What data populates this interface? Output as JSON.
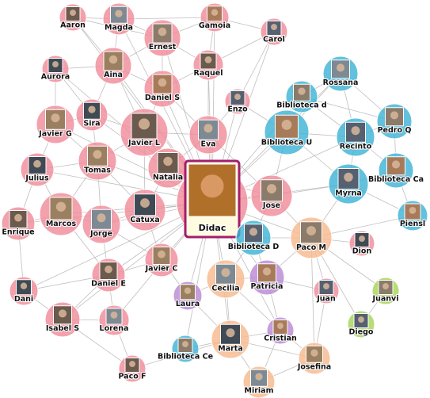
{
  "colors": {
    "pink": "#f08c9a",
    "blue": "#3fb3d6",
    "peach": "#f6b98e",
    "purple": "#b98ad4",
    "green": "#a8d45a",
    "highlight_border": "#a21e6c",
    "edge": "#a9a9a9"
  },
  "nodes": [
    {
      "id": "aaron",
      "label": "Aaron",
      "group": "pink"
    },
    {
      "id": "magda",
      "label": "Magda",
      "group": "pink"
    },
    {
      "id": "gamoia",
      "label": "Gamoia",
      "group": "pink"
    },
    {
      "id": "carol",
      "label": "Carol",
      "group": "pink"
    },
    {
      "id": "ernest",
      "label": "Ernest",
      "group": "pink"
    },
    {
      "id": "aurora",
      "label": "Aurora",
      "group": "pink"
    },
    {
      "id": "aina",
      "label": "Aina",
      "group": "pink"
    },
    {
      "id": "raquel",
      "label": "Raquel",
      "group": "pink"
    },
    {
      "id": "rossana",
      "label": "Rossana",
      "group": "blue"
    },
    {
      "id": "daniel_s",
      "label": "Daniel S",
      "group": "pink"
    },
    {
      "id": "enzo",
      "label": "Enzo",
      "group": "pink"
    },
    {
      "id": "biblioteca_d_top",
      "label": "Biblioteca d",
      "group": "blue"
    },
    {
      "id": "sira",
      "label": "Sira",
      "group": "pink"
    },
    {
      "id": "javier_g",
      "label": "Javier G",
      "group": "pink"
    },
    {
      "id": "javier_l",
      "label": "Javier L",
      "group": "pink"
    },
    {
      "id": "eva",
      "label": "Eva",
      "group": "pink"
    },
    {
      "id": "biblioteca_u",
      "label": "Biblioteca U",
      "group": "blue"
    },
    {
      "id": "recinto",
      "label": "Recinto",
      "group": "blue"
    },
    {
      "id": "pedro_q",
      "label": "Pedro Q",
      "group": "blue"
    },
    {
      "id": "julius",
      "label": "Julius",
      "group": "pink"
    },
    {
      "id": "tomas",
      "label": "Tomas",
      "group": "pink"
    },
    {
      "id": "natalia",
      "label": "Natalia",
      "group": "pink"
    },
    {
      "id": "didac",
      "label": "Didac",
      "group": "pink",
      "highlight": true
    },
    {
      "id": "biblioteca_ca",
      "label": "Biblioteca Ca",
      "group": "blue"
    },
    {
      "id": "myrna",
      "label": "Myrna",
      "group": "blue"
    },
    {
      "id": "jose",
      "label": "Jose",
      "group": "pink"
    },
    {
      "id": "catuxa",
      "label": "Catuxa",
      "group": "pink"
    },
    {
      "id": "marcos",
      "label": "Marcos",
      "group": "pink"
    },
    {
      "id": "enrique",
      "label": "Enrique",
      "group": "pink"
    },
    {
      "id": "jorge",
      "label": "Jorge",
      "group": "pink"
    },
    {
      "id": "piensl",
      "label": "Piensl",
      "group": "blue"
    },
    {
      "id": "biblioteca_d",
      "label": "Biblioteca D",
      "group": "blue"
    },
    {
      "id": "paco_m",
      "label": "Paco M",
      "group": "peach"
    },
    {
      "id": "dion",
      "label": "Dion",
      "group": "pink"
    },
    {
      "id": "javier_c",
      "label": "Javier C",
      "group": "pink"
    },
    {
      "id": "daniel_e",
      "label": "Daniel E",
      "group": "pink"
    },
    {
      "id": "cecilia",
      "label": "Cecilia",
      "group": "peach"
    },
    {
      "id": "patricia",
      "label": "Patricia",
      "group": "purple"
    },
    {
      "id": "juan",
      "label": "Juan",
      "group": "pink"
    },
    {
      "id": "juanvi",
      "label": "Juanvi",
      "group": "green"
    },
    {
      "id": "dani",
      "label": "Dani",
      "group": "pink"
    },
    {
      "id": "laura",
      "label": "Laura",
      "group": "purple"
    },
    {
      "id": "isabel_s",
      "label": "Isabel S",
      "group": "pink"
    },
    {
      "id": "lorena",
      "label": "Lorena",
      "group": "pink"
    },
    {
      "id": "cristian",
      "label": "Cristian",
      "group": "purple"
    },
    {
      "id": "diego",
      "label": "Diego",
      "group": "green"
    },
    {
      "id": "biblioteca_ce",
      "label": "Biblioteca Ce",
      "group": "blue"
    },
    {
      "id": "marta",
      "label": "Marta",
      "group": "peach"
    },
    {
      "id": "josefina",
      "label": "Josefina",
      "group": "peach"
    },
    {
      "id": "paco_f",
      "label": "Paco F",
      "group": "pink"
    },
    {
      "id": "miriam",
      "label": "Miriam",
      "group": "peach"
    }
  ],
  "edges": [
    [
      "didac",
      "aaron"
    ],
    [
      "didac",
      "magda"
    ],
    [
      "didac",
      "gamoia"
    ],
    [
      "didac",
      "carol"
    ],
    [
      "didac",
      "ernest"
    ],
    [
      "didac",
      "aina"
    ],
    [
      "didac",
      "raquel"
    ],
    [
      "didac",
      "daniel_s"
    ],
    [
      "didac",
      "enzo"
    ],
    [
      "didac",
      "biblioteca_d_top"
    ],
    [
      "didac",
      "sira"
    ],
    [
      "didac",
      "javier_g"
    ],
    [
      "didac",
      "javier_l"
    ],
    [
      "didac",
      "eva"
    ],
    [
      "didac",
      "biblioteca_u"
    ],
    [
      "didac",
      "recinto"
    ],
    [
      "didac",
      "julius"
    ],
    [
      "didac",
      "tomas"
    ],
    [
      "didac",
      "natalia"
    ],
    [
      "didac",
      "myrna"
    ],
    [
      "didac",
      "jose"
    ],
    [
      "didac",
      "catuxa"
    ],
    [
      "didac",
      "marcos"
    ],
    [
      "didac",
      "enrique"
    ],
    [
      "didac",
      "jorge"
    ],
    [
      "didac",
      "biblioteca_d"
    ],
    [
      "didac",
      "paco_m"
    ],
    [
      "didac",
      "javier_c"
    ],
    [
      "didac",
      "daniel_e"
    ],
    [
      "didac",
      "cecilia"
    ],
    [
      "didac",
      "patricia"
    ],
    [
      "didac",
      "laura"
    ],
    [
      "didac",
      "lorena"
    ],
    [
      "didac",
      "isabel_s"
    ],
    [
      "didac",
      "marta"
    ],
    [
      "didac",
      "biblioteca_ce"
    ],
    [
      "didac",
      "cristian"
    ],
    [
      "didac",
      "dani"
    ],
    [
      "didac",
      "rossana"
    ],
    [
      "didac",
      "aurora"
    ],
    [
      "aaron",
      "magda"
    ],
    [
      "aaron",
      "aina"
    ],
    [
      "aaron",
      "ernest"
    ],
    [
      "magda",
      "ernest"
    ],
    [
      "magda",
      "aina"
    ],
    [
      "magda",
      "gamoia"
    ],
    [
      "gamoia",
      "ernest"
    ],
    [
      "gamoia",
      "raquel"
    ],
    [
      "gamoia",
      "carol"
    ],
    [
      "carol",
      "raquel"
    ],
    [
      "carol",
      "enzo"
    ],
    [
      "ernest",
      "aina"
    ],
    [
      "ernest",
      "daniel_s"
    ],
    [
      "ernest",
      "raquel"
    ],
    [
      "aurora",
      "aina"
    ],
    [
      "aurora",
      "sira"
    ],
    [
      "aurora",
      "javier_g"
    ],
    [
      "aina",
      "sira"
    ],
    [
      "aina",
      "daniel_s"
    ],
    [
      "aina",
      "javier_l"
    ],
    [
      "raquel",
      "daniel_s"
    ],
    [
      "raquel",
      "eva"
    ],
    [
      "rossana",
      "biblioteca_d_top"
    ],
    [
      "rossana",
      "recinto"
    ],
    [
      "rossana",
      "pedro_q"
    ],
    [
      "rossana",
      "biblioteca_u"
    ],
    [
      "daniel_s",
      "javier_l"
    ],
    [
      "daniel_s",
      "eva"
    ],
    [
      "enzo",
      "eva"
    ],
    [
      "enzo",
      "biblioteca_u"
    ],
    [
      "biblioteca_d_top",
      "biblioteca_u"
    ],
    [
      "biblioteca_d_top",
      "recinto"
    ],
    [
      "biblioteca_d_top",
      "pedro_q"
    ],
    [
      "sira",
      "javier_g"
    ],
    [
      "sira",
      "javier_l"
    ],
    [
      "sira",
      "tomas"
    ],
    [
      "javier_g",
      "julius"
    ],
    [
      "javier_g",
      "tomas"
    ],
    [
      "javier_l",
      "eva"
    ],
    [
      "javier_l",
      "tomas"
    ],
    [
      "javier_l",
      "natalia"
    ],
    [
      "javier_l",
      "catuxa"
    ],
    [
      "eva",
      "natalia"
    ],
    [
      "eva",
      "jose"
    ],
    [
      "biblioteca_u",
      "recinto"
    ],
    [
      "biblioteca_u",
      "myrna"
    ],
    [
      "biblioteca_u",
      "jose"
    ],
    [
      "recinto",
      "pedro_q"
    ],
    [
      "recinto",
      "myrna"
    ],
    [
      "recinto",
      "biblioteca_ca"
    ],
    [
      "pedro_q",
      "biblioteca_ca"
    ],
    [
      "julius",
      "tomas"
    ],
    [
      "julius",
      "marcos"
    ],
    [
      "julius",
      "enrique"
    ],
    [
      "tomas",
      "catuxa"
    ],
    [
      "tomas",
      "marcos"
    ],
    [
      "tomas",
      "jorge"
    ],
    [
      "natalia",
      "catuxa"
    ],
    [
      "natalia",
      "jose"
    ],
    [
      "biblioteca_ca",
      "myrna"
    ],
    [
      "biblioteca_ca",
      "piensl"
    ],
    [
      "myrna",
      "jose"
    ],
    [
      "myrna",
      "paco_m"
    ],
    [
      "myrna",
      "piensl"
    ],
    [
      "jose",
      "paco_m"
    ],
    [
      "jose",
      "biblioteca_d"
    ],
    [
      "catuxa",
      "jorge"
    ],
    [
      "catuxa",
      "javier_c"
    ],
    [
      "marcos",
      "enrique"
    ],
    [
      "marcos",
      "jorge"
    ],
    [
      "marcos",
      "daniel_e"
    ],
    [
      "enrique",
      "dani"
    ],
    [
      "jorge",
      "daniel_e"
    ],
    [
      "jorge",
      "javier_c"
    ],
    [
      "piensl",
      "paco_m"
    ],
    [
      "biblioteca_d",
      "paco_m"
    ],
    [
      "biblioteca_d",
      "cecilia"
    ],
    [
      "biblioteca_d",
      "patricia"
    ],
    [
      "paco_m",
      "dion"
    ],
    [
      "paco_m",
      "juan"
    ],
    [
      "paco_m",
      "patricia"
    ],
    [
      "paco_m",
      "josefina"
    ],
    [
      "paco_m",
      "juanvi"
    ],
    [
      "paco_m",
      "diego"
    ],
    [
      "javier_c",
      "laura"
    ],
    [
      "javier_c",
      "daniel_e"
    ],
    [
      "daniel_e",
      "dani"
    ],
    [
      "daniel_e",
      "isabel_s"
    ],
    [
      "daniel_e",
      "lorena"
    ],
    [
      "cecilia",
      "patricia"
    ],
    [
      "cecilia",
      "laura"
    ],
    [
      "cecilia",
      "marta"
    ],
    [
      "cecilia",
      "cristian"
    ],
    [
      "patricia",
      "cristian"
    ],
    [
      "patricia",
      "juan"
    ],
    [
      "juan",
      "josefina"
    ],
    [
      "juanvi",
      "diego"
    ],
    [
      "dani",
      "isabel_s"
    ],
    [
      "isabel_s",
      "lorena"
    ],
    [
      "isabel_s",
      "paco_f"
    ],
    [
      "lorena",
      "paco_f"
    ],
    [
      "laura",
      "marta"
    ],
    [
      "cristian",
      "marta"
    ],
    [
      "cristian",
      "josefina"
    ],
    [
      "biblioteca_ce",
      "marta"
    ],
    [
      "marta",
      "josefina"
    ],
    [
      "marta",
      "miriam"
    ],
    [
      "josefina",
      "miriam"
    ],
    [
      "paco_f",
      "marta"
    ],
    [
      "miriam",
      "cristian"
    ]
  ]
}
